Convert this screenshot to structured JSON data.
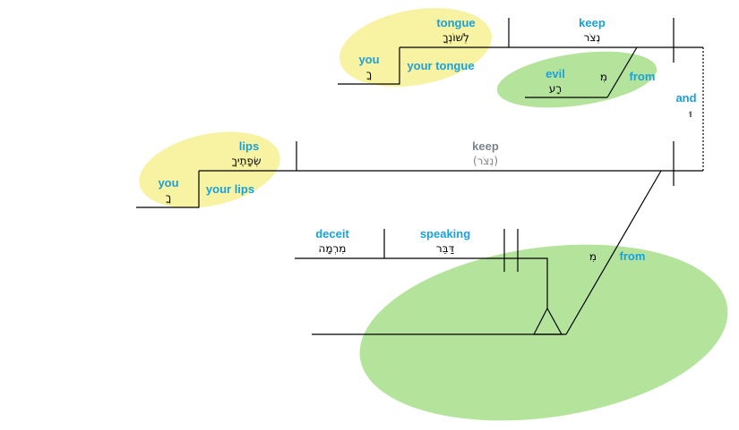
{
  "highlight_colors": {
    "yellow": "#f7f3a3",
    "green": "#b4e49c",
    "english": "#1aa0dc",
    "implied": "#7c8390"
  },
  "top_clause": {
    "verb": {
      "english": "keep",
      "hebrew": "נְצֹר"
    },
    "object": {
      "english": "your tongue",
      "noun_english": "tongue",
      "noun_hebrew": "לְשׁוֹנְךָ",
      "suffix_english": "you",
      "suffix_hebrew": "ךָ"
    },
    "prepositional_phrase": {
      "preposition_english": "from",
      "preposition_hebrew": "מִ",
      "object_english": "evil",
      "object_hebrew": "רָע"
    }
  },
  "conjunction": {
    "english": "and",
    "hebrew": "וּ"
  },
  "bottom_clause": {
    "verb": {
      "english": "keep",
      "hebrew": "(נְצֹר)"
    },
    "object": {
      "english": "your lips",
      "noun_english": "lips",
      "noun_hebrew": "שְׂפָתֶיךָ",
      "suffix_english": "you",
      "suffix_hebrew": "ךָ"
    },
    "prepositional_phrase": {
      "preposition_english": "from",
      "preposition_hebrew": "מִ",
      "gerund_english": "speaking",
      "gerund_hebrew": "דַּבֵּר",
      "object_english": "deceit",
      "object_hebrew": "מִרְמָה"
    }
  }
}
